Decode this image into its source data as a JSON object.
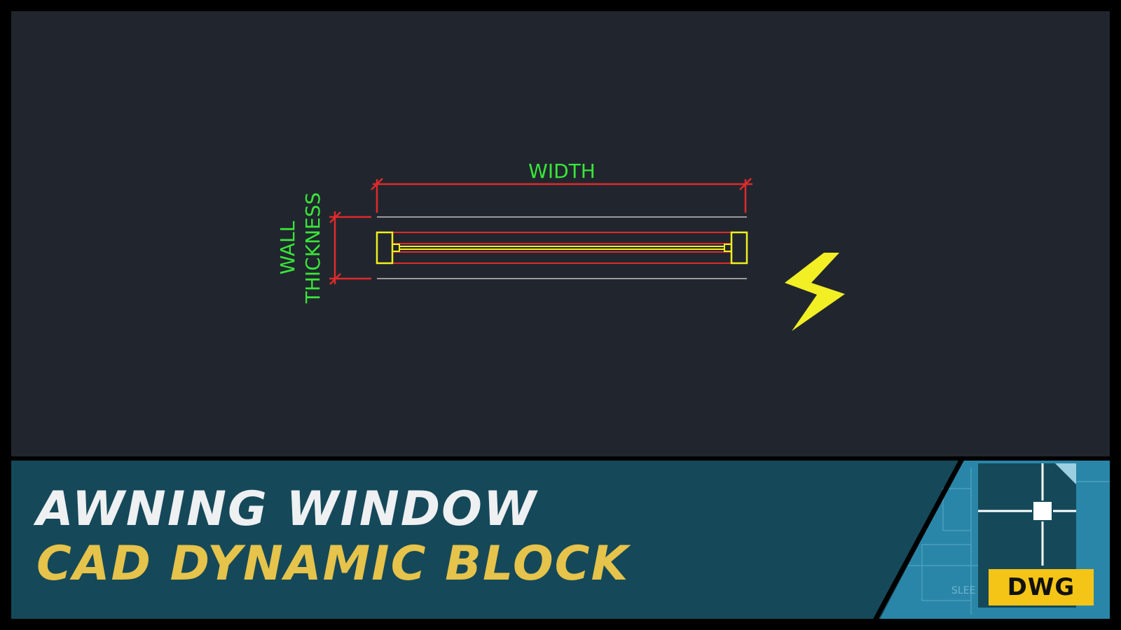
{
  "drawing": {
    "width_label": "WIDTH",
    "wall_label_line1": "WALL",
    "wall_label_line2": "THICKNESS"
  },
  "banner": {
    "title_line1": "AWNING WINDOW",
    "title_line2": "CAD DYNAMIC BLOCK",
    "badge": "DWG",
    "watermark_text": "SLEE"
  },
  "colors": {
    "canvas_bg": "#21262e",
    "dimension_red": "#e02a2a",
    "dimension_text_green": "#39e639",
    "frame_yellow": "#f0f020",
    "wall_gray": "#9a9a9a",
    "banner_teal": "#15495a",
    "accent_blue": "#2a86a8",
    "title_white": "#eef0f2",
    "title_gold": "#e6c34a",
    "badge_yellow": "#f4c516"
  },
  "icons": [
    "lightning-bolt-icon",
    "dwg-file-icon"
  ]
}
